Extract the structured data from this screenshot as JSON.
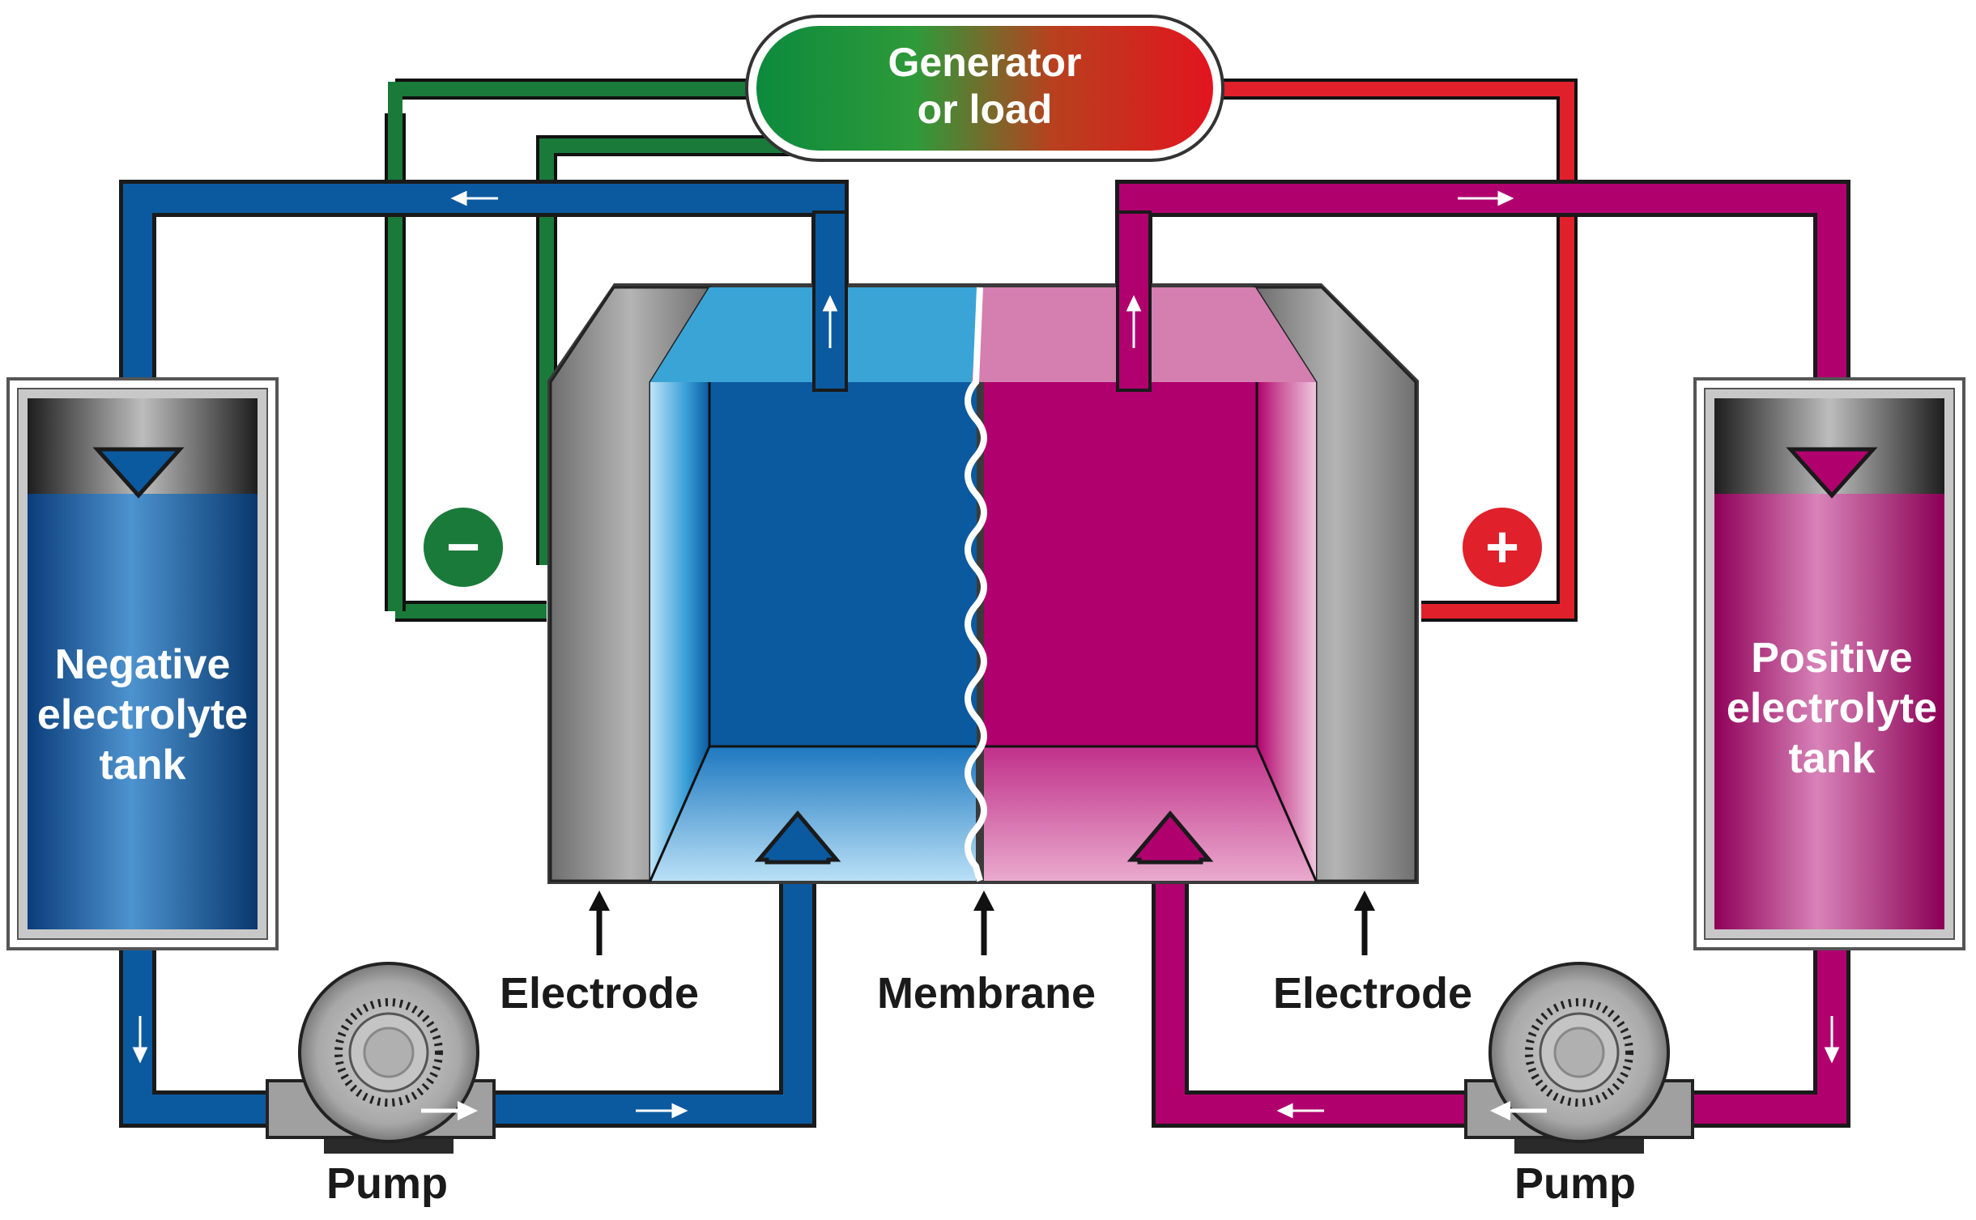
{
  "load": {
    "line1": "Generator",
    "line2": "or load"
  },
  "terminals": {
    "negative": "−",
    "positive": "+"
  },
  "tanks": {
    "negative": {
      "line1": "Negative",
      "line2": "electrolyte",
      "line3": "tank"
    },
    "positive": {
      "line1": "Positive",
      "line2": "electrolyte",
      "line3": "tank"
    }
  },
  "labels": {
    "electrode_left": "Electrode",
    "membrane": "Membrane",
    "electrode_right": "Electrode",
    "pump_left": "Pump",
    "pump_right": "Pump"
  },
  "colors": {
    "negative_wire": "#1a7a3a",
    "positive_wire": "#e0202b",
    "negative_electrolyte": "#0b5aa0",
    "positive_electrolyte": "#b0006e",
    "electrode_gray": "#8c8c8c"
  }
}
